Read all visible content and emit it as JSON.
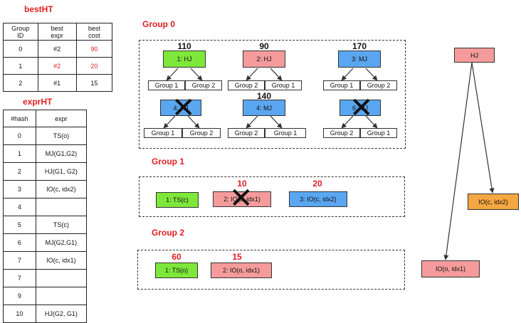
{
  "bestHT": {
    "title": "bestHT",
    "headers": [
      "Group\nID",
      "best\nexpr",
      "best\ncost"
    ],
    "rows": [
      {
        "id": "0",
        "expr": "#2",
        "cost": "90"
      },
      {
        "id": "1",
        "expr": "#2",
        "cost": "20"
      },
      {
        "id": "2",
        "expr": "#1",
        "cost": "15"
      }
    ]
  },
  "exprHT": {
    "title": "exprHT",
    "headers": [
      "#hash",
      "expr"
    ],
    "rows": [
      {
        "hash": "0",
        "expr": "TS(o)"
      },
      {
        "hash": "1",
        "expr": "MJ(G1,G2)"
      },
      {
        "hash": "2",
        "expr": "HJ(G1, G2)"
      },
      {
        "hash": "3",
        "expr": "IO(c, idx2)"
      },
      {
        "hash": "4",
        "expr": ""
      },
      {
        "hash": "5",
        "expr": "TS(c)"
      },
      {
        "hash": "6",
        "expr": "MJ(G2,G1)"
      },
      {
        "hash": "7",
        "expr": "IO(c, idx1)"
      },
      {
        "hash": "7",
        "expr": ""
      },
      {
        "hash": "9",
        "expr": ""
      },
      {
        "hash": "10",
        "expr": "HJ(G2, G1)"
      }
    ]
  },
  "group0": {
    "title": "Group 0",
    "exprs": [
      {
        "cost": "110",
        "label": "1: HJ",
        "left": "Group 1",
        "right": "Group 2"
      },
      {
        "cost": "90",
        "label": "2: HJ",
        "left": "Group 2",
        "right": "Group 1"
      },
      {
        "cost": "170",
        "label": "3: MJ",
        "left": "Group 1",
        "right": "Group 2"
      },
      {
        "cost": "",
        "label": "4: HJ",
        "left": "Group 1",
        "right": "Group 2"
      },
      {
        "cost": "140",
        "label": "4: MJ",
        "left": "Group 2",
        "right": "Group 1"
      },
      {
        "cost": "",
        "label": "6: MJ",
        "left": "Group 2",
        "right": "Group 1"
      }
    ]
  },
  "group1": {
    "title": "Group 1",
    "exprs": [
      {
        "cost": "",
        "label": "1: TS(c)"
      },
      {
        "cost": "10",
        "label": "2: IO(c, idx1)"
      },
      {
        "cost": "20",
        "label": "3: IO(c, idx2)"
      }
    ]
  },
  "group2": {
    "title": "Group 2",
    "exprs": [
      {
        "cost": "60",
        "label": "1: TS(o)"
      },
      {
        "cost": "15",
        "label": "2: IO(o, idx1)"
      }
    ]
  },
  "plan": {
    "root": "HJ",
    "right": "IO(c, idx2)",
    "left": "IO(o, idx1)"
  },
  "colors": {
    "green": "#7ee83a",
    "pink": "#f59b9b",
    "blue": "#5aa6f0",
    "orange": "#f5a742",
    "red_text": "#e02020"
  }
}
